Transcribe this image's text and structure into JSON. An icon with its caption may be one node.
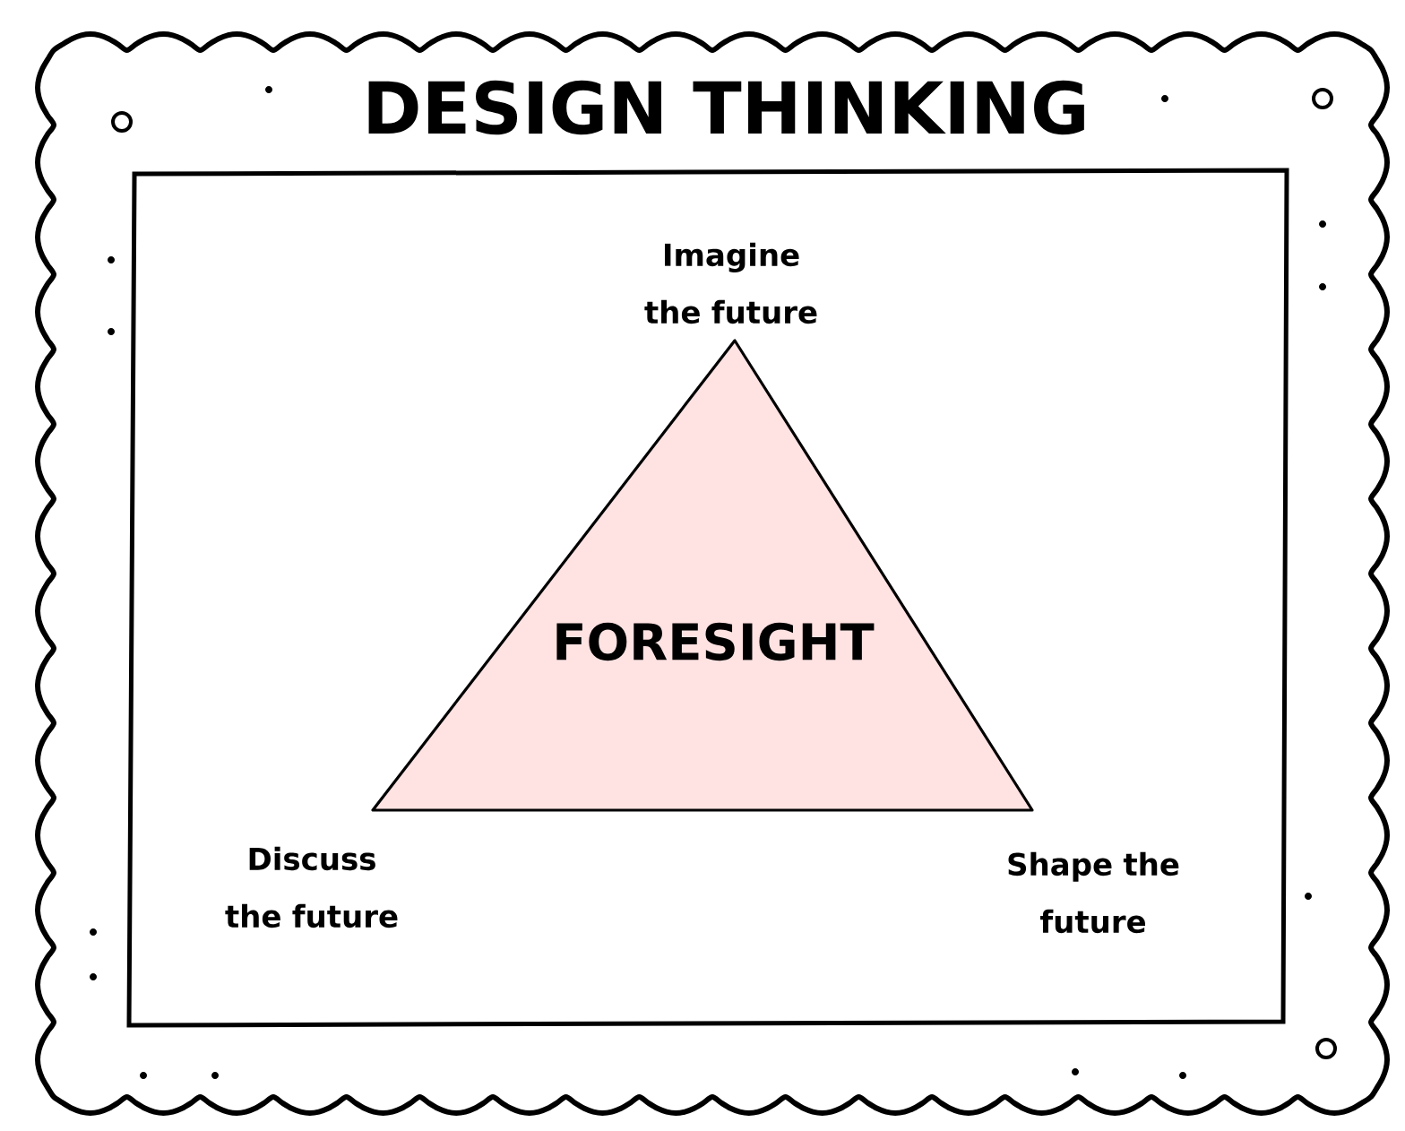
{
  "diagram": {
    "title": "DESIGN THINKING",
    "nodes": [
      {
        "text": [
          "FORESIGHT"
        ]
      }
    ],
    "labels": [
      "Imagine the future",
      "Discuss the future",
      "Shape the future"
    ]
  }
}
